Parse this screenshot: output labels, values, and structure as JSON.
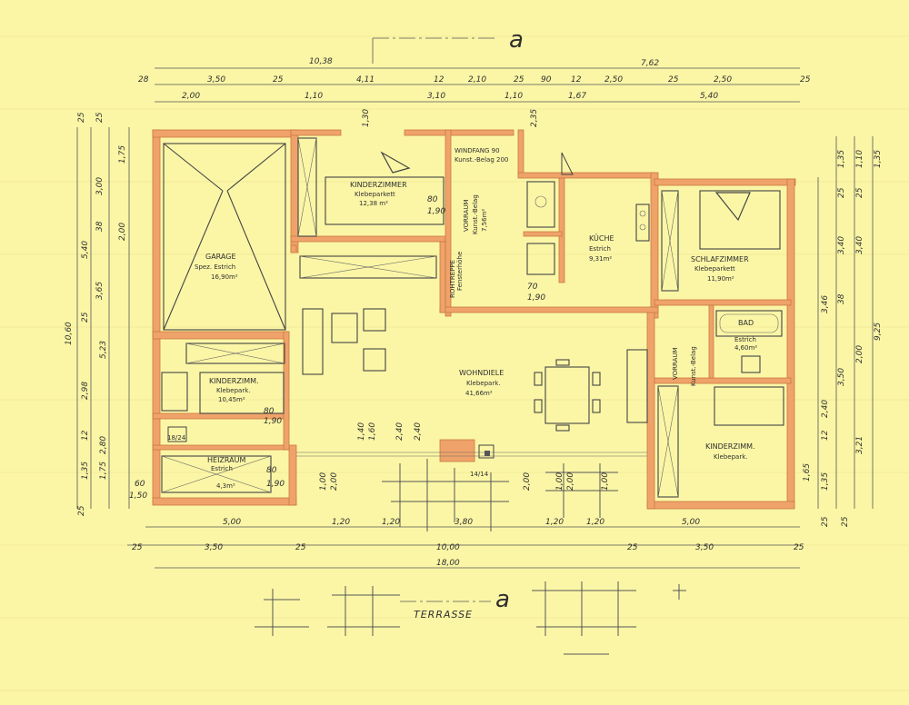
{
  "section_marker": "a",
  "rooms": {
    "garage": {
      "name": "GARAGE",
      "sub": "Spez. Estrich",
      "area": "16,90m²"
    },
    "kinderzimmer_top": {
      "name": "KINDERZIMMER",
      "sub": "Klebeparkett",
      "area": "12,38 m²"
    },
    "windfang": {
      "name": "WINDFANG 90",
      "sub": "Kunst.-Belag 200"
    },
    "vorraum_top": {
      "name": "VORRAUM",
      "sub": "Kunst.-Belag",
      "area": "7,56m²"
    },
    "kueche": {
      "name": "KÜCHE",
      "sub": "Estrich",
      "area": "9,31m²"
    },
    "schlafzimmer": {
      "name": "SCHLAFZIMMER",
      "sub": "Klebeparkett",
      "area": "11,90m²"
    },
    "wohndiele": {
      "name": "WOHNDIELE",
      "sub": "Klebepark.",
      "area": "41,66m²"
    },
    "kinderzimmer_left": {
      "name": "KINDERZIMM.",
      "sub": "Klebepark.",
      "area": "10,45m²"
    },
    "heizraum": {
      "name": "HEIZRAUM",
      "sub": "Estrich",
      "area": "4,3m²"
    },
    "vorraum_right": {
      "name": "VORRAUM",
      "sub": "Kunst.-Belag"
    },
    "bad": {
      "name": "BAD",
      "sub": "Estrich",
      "area": "4,60m²"
    },
    "kinderzimmer_right": {
      "name": "KINDERZIMM.",
      "sub": "Klebepark."
    },
    "terrasse": {
      "name": "TERRASSE"
    }
  },
  "labels": {
    "rotstufe": "ROHTREPPE",
    "rotstufe_sub": "Fensterhöhe",
    "chimney": "14/14",
    "chimney_left": "18/24"
  },
  "dims": {
    "top1": [
      "28",
      "3,50",
      "25",
      "4,11",
      "12",
      "2,10",
      "25",
      "90",
      "12",
      "2,50",
      "25",
      "2,50",
      "25"
    ],
    "top2": [
      "2,00",
      "1,10",
      "3,10",
      "1,10",
      "1,67",
      "5,40"
    ],
    "top_total_left": "10,38",
    "top_total_right": "7,62",
    "bottom1": [
      "5,00",
      "1,20",
      "1,20",
      "3,80",
      "1,20",
      "1,20",
      "5,00"
    ],
    "bottom2": [
      "25",
      "3,50",
      "25",
      "10,00",
      "25",
      "3,50",
      "25"
    ],
    "bottom_total": "18,00",
    "left": [
      "25",
      "25",
      "3,00",
      "1,75",
      "5,40",
      "2,00",
      "38",
      "3,65",
      "10,60",
      "25",
      "5,23",
      "2,98",
      "12",
      "2,80",
      "1,75",
      "1,35",
      "60",
      "1,50",
      "25"
    ],
    "right": [
      "1,35",
      "1,10",
      "1,35",
      "25",
      "25",
      "3,40",
      "3,40",
      "38",
      "9,25",
      "3,50",
      "2,00",
      "3,46",
      "12",
      "3,21",
      "2,40",
      "1,65",
      "1,35",
      "25",
      "25"
    ],
    "windows": [
      "1,00",
      "2,00",
      "2,00",
      "1,00",
      "2,00",
      "1,00",
      "1,40",
      "1,60",
      "2,40",
      "2,40",
      "80",
      "1,90",
      "70",
      "1,90",
      "80",
      "1,90",
      "1,30",
      "2,35",
      "80",
      "1,90"
    ]
  }
}
